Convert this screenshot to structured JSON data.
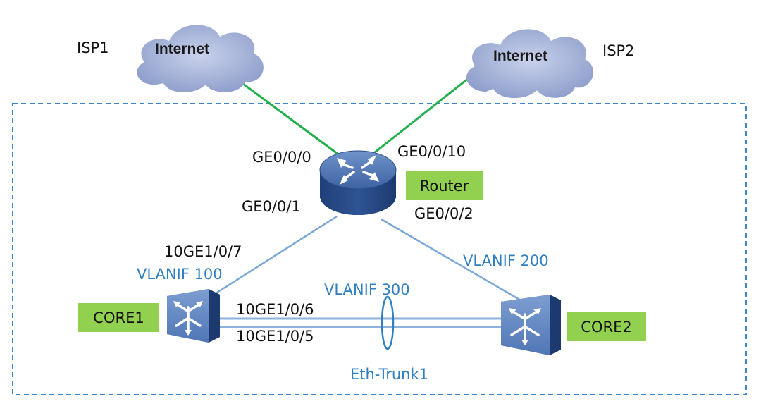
{
  "clouds": [
    {
      "id": "isp1",
      "label": "Internet",
      "isp": "ISP1"
    },
    {
      "id": "isp2",
      "label": "Internet",
      "isp": "ISP2"
    }
  ],
  "router": {
    "label": "Router",
    "ports": {
      "isp1": "GE0/0/0",
      "isp2": "GE0/0/10",
      "core1": "GE0/0/1",
      "core2": "GE0/0/2"
    }
  },
  "core1": {
    "label": "CORE1",
    "uplink_port": "10GE1/0/7",
    "vlanif": "VLANIF 100",
    "trunk_ports": [
      "10GE1/0/6",
      "10GE1/0/5"
    ]
  },
  "core2": {
    "label": "CORE2",
    "vlanif": "VLANIF 200"
  },
  "trunk": {
    "vlanif": "VLANIF 300",
    "name": "Eth-Trunk1"
  },
  "colors": {
    "isp_link": "#1fb04b",
    "internal_link": "#7aa7d6",
    "boundary": "#3a86c8",
    "label_blue": "#2f7fc1",
    "tag_green": "#92d050",
    "cloud_fill": "#9aa9d2"
  }
}
